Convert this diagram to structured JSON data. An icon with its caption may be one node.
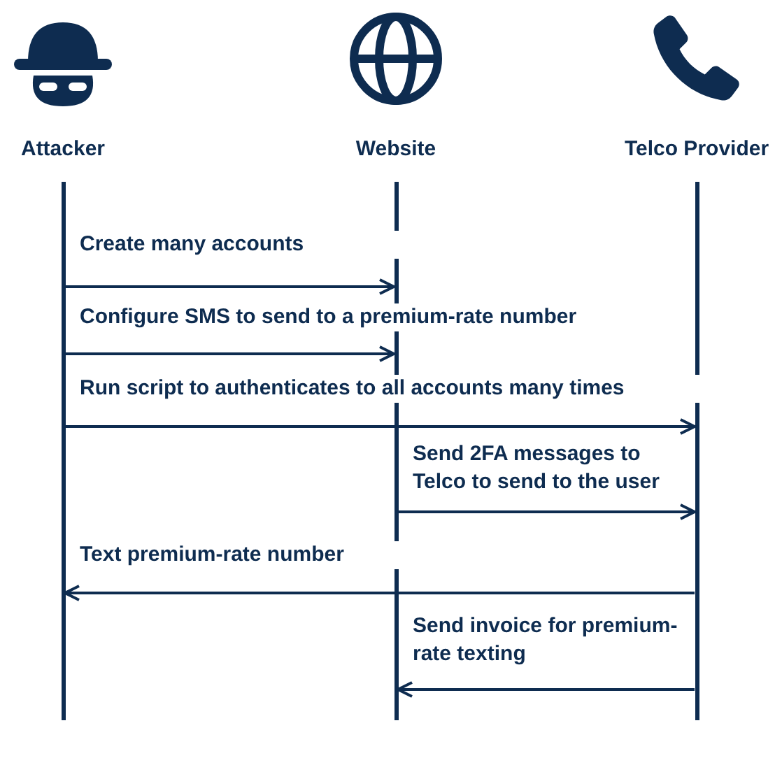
{
  "diagram": {
    "nodes": [
      {
        "text": [
          "Attacker"
        ]
      },
      {
        "text": [
          "Website"
        ]
      },
      {
        "text": [
          "Telco Provider"
        ]
      },
      {
        "text": [],
        "shape": "line"
      },
      {
        "text": [],
        "shape": "line"
      },
      {
        "text": [],
        "shape": "line"
      }
    ],
    "edges": [
      {
        "from": 3,
        "to": 4,
        "arrow": "to",
        "label": "Create many accounts"
      },
      {
        "from": 3,
        "to": 4,
        "arrow": "to",
        "label": "Configure SMS to send to a premium-rate number"
      },
      {
        "from": 3,
        "to": 5,
        "arrow": "to",
        "label": "Run script to authenticates to all accounts many times"
      },
      {
        "from": 4,
        "to": 5,
        "arrow": "to",
        "label": "Send 2FA messages to Telco to send to the user"
      },
      {
        "from": 5,
        "to": 3,
        "arrow": "to",
        "label": "Text premium-rate number"
      },
      {
        "from": 5,
        "to": 4,
        "arrow": "to",
        "label": "Send invoice for premium-rate texting"
      }
    ]
  }
}
